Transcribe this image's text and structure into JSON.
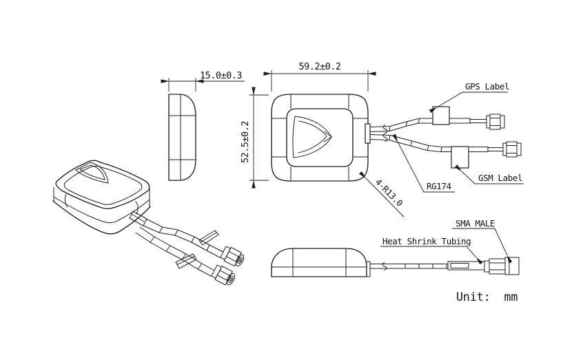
{
  "drawing": {
    "dimensions": {
      "thickness": "15.0±0.3",
      "width": "59.2±0.2",
      "height": "52.5±0.2",
      "corner_radius": "4-R13.0"
    },
    "callouts": {
      "gps_label": "GPS Label",
      "gsm_label": "GSM Label",
      "cable": "RG174",
      "heat_shrink": "Heat Shrink Tubing",
      "sma_male": "SMA MALE"
    },
    "unit_note": "Unit:  mm"
  }
}
